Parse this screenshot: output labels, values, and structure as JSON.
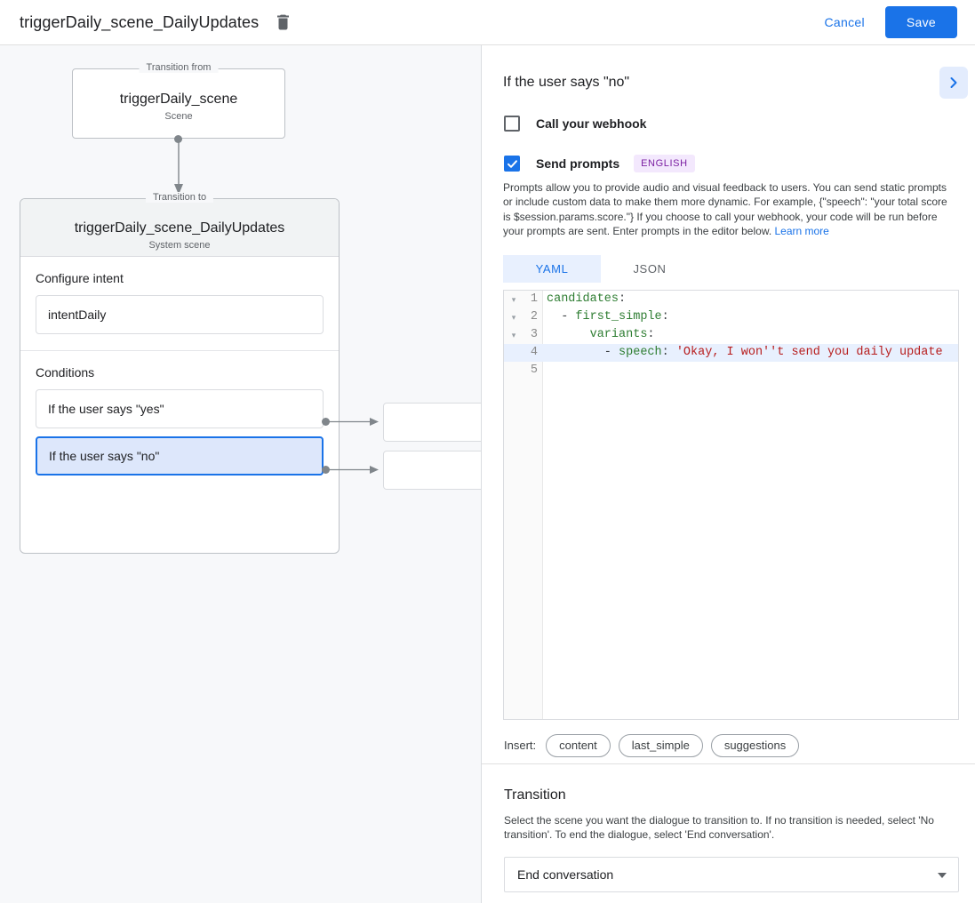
{
  "topbar": {
    "title": "triggerDaily_scene_DailyUpdates",
    "delete_icon": "trash-icon",
    "cancel_label": "Cancel",
    "save_label": "Save"
  },
  "graph": {
    "from_node": {
      "legend": "Transition from",
      "title": "triggerDaily_scene",
      "subtitle": "Scene"
    },
    "to_node": {
      "legend": "Transition to",
      "title": "triggerDaily_scene_DailyUpdates",
      "subtitle": "System scene"
    },
    "intent_section": {
      "label": "Configure intent",
      "value": "intentDaily"
    },
    "conditions_section": {
      "label": "Conditions",
      "items": [
        {
          "label": "If the user says \"yes\"",
          "selected": false
        },
        {
          "label": "If the user says \"no\"",
          "selected": true
        }
      ]
    }
  },
  "right_panel": {
    "title": "If the user says \"no\"",
    "expand_icon": "chevron-right-icon",
    "webhook": {
      "label": "Call your webhook",
      "checked": false
    },
    "prompts": {
      "label": "Send prompts",
      "checked": true,
      "language_badge": "ENGLISH",
      "help_text": "Prompts allow you to provide audio and visual feedback to users. You can send static prompts or include custom data to make them more dynamic. For example, {\"speech\": \"your total score is $session.params.score.\"} If you choose to call your webhook, your code will be run before your prompts are sent. Enter prompts in the editor below. ",
      "learn_more": "Learn more"
    },
    "editor": {
      "tabs": [
        {
          "label": "YAML",
          "active": true
        },
        {
          "label": "JSON",
          "active": false
        }
      ],
      "lines": [
        {
          "number": "1",
          "fold": "▾",
          "highlight": false,
          "tokens": [
            {
              "text": "candidates",
              "cls": "k"
            },
            {
              "text": ":",
              "cls": "p"
            }
          ]
        },
        {
          "number": "2",
          "fold": "▾",
          "highlight": false,
          "tokens": [
            {
              "text": "  - ",
              "cls": "p"
            },
            {
              "text": "first_simple",
              "cls": "k"
            },
            {
              "text": ":",
              "cls": "p"
            }
          ]
        },
        {
          "number": "3",
          "fold": "▾",
          "highlight": false,
          "tokens": [
            {
              "text": "      ",
              "cls": "p"
            },
            {
              "text": "variants",
              "cls": "k"
            },
            {
              "text": ":",
              "cls": "p"
            }
          ]
        },
        {
          "number": "4",
          "fold": "",
          "highlight": true,
          "tokens": [
            {
              "text": "        - ",
              "cls": "p"
            },
            {
              "text": "speech",
              "cls": "k"
            },
            {
              "text": ": ",
              "cls": "p"
            },
            {
              "text": "'Okay, I won''t send you daily update",
              "cls": "s"
            }
          ]
        },
        {
          "number": "5",
          "fold": "",
          "highlight": false,
          "tokens": []
        }
      ]
    },
    "insert": {
      "label": "Insert:",
      "chips": [
        "content",
        "last_simple",
        "suggestions"
      ]
    },
    "transition": {
      "title": "Transition",
      "description": "Select the scene you want the dialogue to transition to. If no transition is needed, select 'No transition'. To end the dialogue, select 'End conversation'.",
      "select_value": "End conversation",
      "caret_icon": "caret-down-icon"
    }
  },
  "colors": {
    "accent": "#1a73e8",
    "selected_condition_bg": "#dde7fb",
    "badge_bg": "#f3e8fd",
    "badge_fg": "#7b1fa2",
    "canvas_bg": "#f7f8fa"
  }
}
